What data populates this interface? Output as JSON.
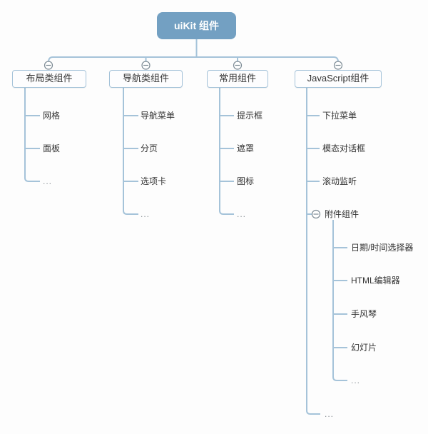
{
  "colors": {
    "root_fill": "#73a0c2",
    "root_text": "#ffffff",
    "connector_line": "#a5c3d9",
    "node_border": "#a5c3d9",
    "node_fill": "#fdfdfe",
    "text": "#333333",
    "ellipsis_text": "#8a9096",
    "toggle_stroke": "#7e8c96"
  },
  "icons": {
    "collapse": "minus-circle"
  },
  "tree": {
    "root": {
      "label": "uiKit 组件"
    },
    "branches": [
      {
        "label": "布局类组件",
        "children": [
          {
            "label": "网格"
          },
          {
            "label": "面板"
          },
          {
            "label": "..."
          }
        ]
      },
      {
        "label": "导航类组件",
        "children": [
          {
            "label": "导航菜单"
          },
          {
            "label": "分页"
          },
          {
            "label": "选项卡"
          },
          {
            "label": "..."
          }
        ]
      },
      {
        "label": "常用组件",
        "children": [
          {
            "label": "提示框"
          },
          {
            "label": "遮罩"
          },
          {
            "label": "图标"
          },
          {
            "label": "..."
          }
        ]
      },
      {
        "label": "JavaScript组件",
        "children": [
          {
            "label": "下拉菜单"
          },
          {
            "label": "模态对话框"
          },
          {
            "label": "滚动监听"
          },
          {
            "label": "附件组件",
            "children": [
              {
                "label": "日期/时间选择器"
              },
              {
                "label": "HTML编辑器"
              },
              {
                "label": "手风琴"
              },
              {
                "label": "幻灯片"
              },
              {
                "label": "..."
              }
            ]
          },
          {
            "label": "..."
          }
        ]
      }
    ]
  }
}
